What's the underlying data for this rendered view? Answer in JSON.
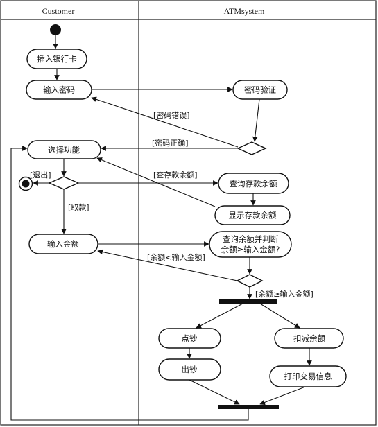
{
  "lanes": {
    "customer": "Customer",
    "atm": "ATMsystem"
  },
  "nodes": {
    "insert_card": "插入银行卡",
    "enter_password": "输入密码",
    "verify_password": "密码验证",
    "select_function": "选择功能",
    "query_balance": "查询存款余额",
    "show_balance": "显示存款余额",
    "enter_amount": "输入金额",
    "check_balance_line1": "查询余额并判断",
    "check_balance_line2": "余额≥输入金额?",
    "count_cash": "点钞",
    "deduct_balance": "扣减余额",
    "dispense_cash": "出钞",
    "print_receipt": "打印交易信息"
  },
  "guards": {
    "wrong_password": "[密码错误]",
    "correct_password": "[密码正确]",
    "exit": "[退出]",
    "query_balance": "[查存款余额]",
    "withdraw": "[取款]",
    "insufficient": "[余额<输入金额]",
    "sufficient": "[余额≥输入金额]"
  },
  "colors": {
    "ink": "#111111",
    "background": "#ffffff"
  }
}
